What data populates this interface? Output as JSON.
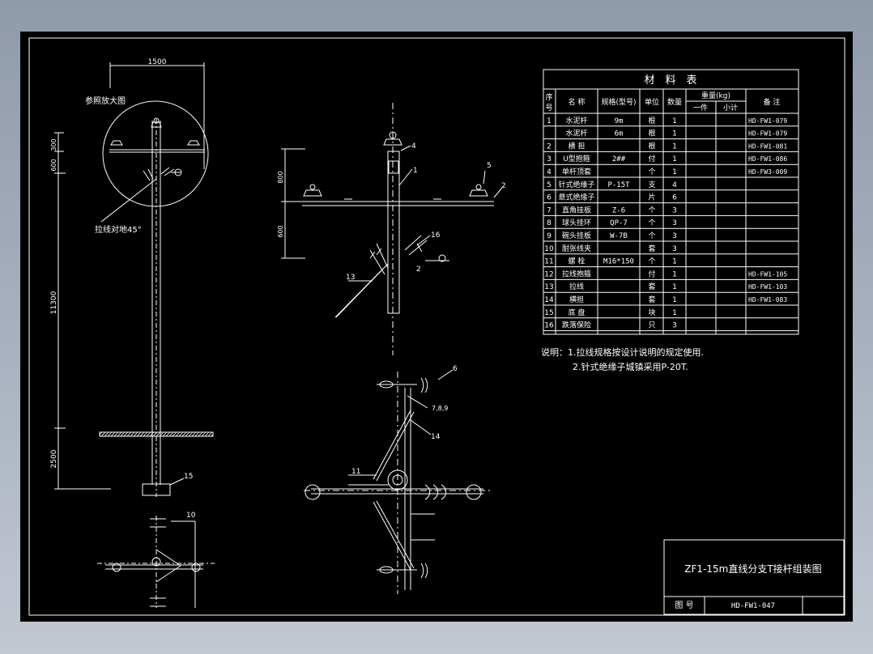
{
  "colors": {
    "background": "#000000",
    "line": "#ffffff",
    "page": "#a9b2c0"
  },
  "left_view": {
    "dim_top": "1500",
    "ref_label": "参照放大图",
    "guy_label": "拉线对地45°",
    "dims_left": [
      "300",
      "600",
      "11300",
      "2500"
    ],
    "base_callout": "15",
    "bottom_callout": "10"
  },
  "center_view": {
    "dim_left": [
      "800",
      "600"
    ],
    "callouts": [
      "4",
      "1",
      "5",
      "2",
      "16",
      "13",
      "2"
    ]
  },
  "bottom_view": {
    "callouts": [
      "6",
      "7,8,9",
      "14",
      "11"
    ]
  },
  "table": {
    "title": "材　料　表",
    "headers": {
      "no": "序号",
      "name": "名 称",
      "spec": "规格(型号)",
      "unit": "单位",
      "qty": "数量",
      "weight": "重量(kg)",
      "each": "一件",
      "sub": "小计",
      "note": "备 注"
    },
    "rows": [
      {
        "no": "1",
        "name": "水泥杆",
        "spec": "9m",
        "unit": "根",
        "qty": "1",
        "note": "HD-FW1-079"
      },
      {
        "no": "",
        "name": "水泥杆",
        "spec": "6m",
        "unit": "根",
        "qty": "1",
        "note": "HD-FW1-079"
      },
      {
        "no": "2",
        "name": "横 担",
        "spec": "",
        "unit": "根",
        "qty": "1",
        "note": "HD-FW1-081"
      },
      {
        "no": "3",
        "name": "U型抱箍",
        "spec": "2##",
        "unit": "付",
        "qty": "1",
        "note": "HD-FW1-086"
      },
      {
        "no": "4",
        "name": "单杆顶套",
        "spec": "",
        "unit": "个",
        "qty": "1",
        "note": "HD-FW3-009"
      },
      {
        "no": "5",
        "name": "针式绝缘子",
        "spec": "P-15T",
        "unit": "支",
        "qty": "4",
        "note": ""
      },
      {
        "no": "6",
        "name": "悬式绝缘子",
        "spec": "",
        "unit": "片",
        "qty": "6",
        "note": ""
      },
      {
        "no": "7",
        "name": "直角挂板",
        "spec": "Z-6",
        "unit": "个",
        "qty": "3",
        "note": ""
      },
      {
        "no": "8",
        "name": "球头挂环",
        "spec": "QP-7",
        "unit": "个",
        "qty": "3",
        "note": ""
      },
      {
        "no": "9",
        "name": "碗头挂板",
        "spec": "W-7B",
        "unit": "个",
        "qty": "3",
        "note": ""
      },
      {
        "no": "10",
        "name": "耐张线夹",
        "spec": "",
        "unit": "套",
        "qty": "3",
        "note": ""
      },
      {
        "no": "11",
        "name": "螺 栓",
        "spec": "M16*150",
        "unit": "个",
        "qty": "1",
        "note": ""
      },
      {
        "no": "12",
        "name": "拉线抱箍",
        "spec": "",
        "unit": "付",
        "qty": "1",
        "note": "HD-FW1-105"
      },
      {
        "no": "13",
        "name": "拉线",
        "spec": "",
        "unit": "套",
        "qty": "1",
        "note": "HD-FW1-103"
      },
      {
        "no": "14",
        "name": "横担",
        "spec": "",
        "unit": "套",
        "qty": "1",
        "note": "HD-FW1-083"
      },
      {
        "no": "15",
        "name": "底 盘",
        "spec": "",
        "unit": "块",
        "qty": "1",
        "note": ""
      },
      {
        "no": "16",
        "name": "跌落保险",
        "spec": "",
        "unit": "只",
        "qty": "3",
        "note": ""
      }
    ]
  },
  "notes": {
    "line1": "说明：1.拉线规格按设计说明的规定使用.",
    "line2": "2.针式绝缘子城镇采用P-20T."
  },
  "title_block": {
    "title": "ZF1-15m直线分支T接杆组装图",
    "drawing_no_label": "图 号",
    "drawing_no": "HD-FW1-047"
  }
}
